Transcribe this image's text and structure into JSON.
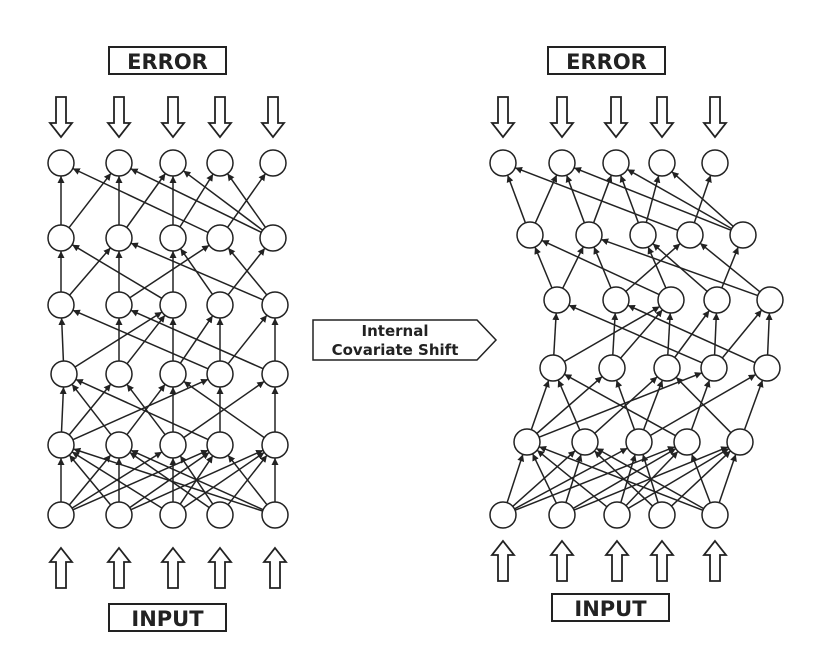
{
  "left_network": {
    "error_label": "ERROR",
    "input_label": "INPUT"
  },
  "right_network": {
    "error_label": "ERROR",
    "input_label": "INPUT"
  },
  "middle_arrow": {
    "line1": "Internal",
    "line2": "Covariate Shift"
  },
  "colors": {
    "stroke": "#222222",
    "background": "#ffffff"
  }
}
